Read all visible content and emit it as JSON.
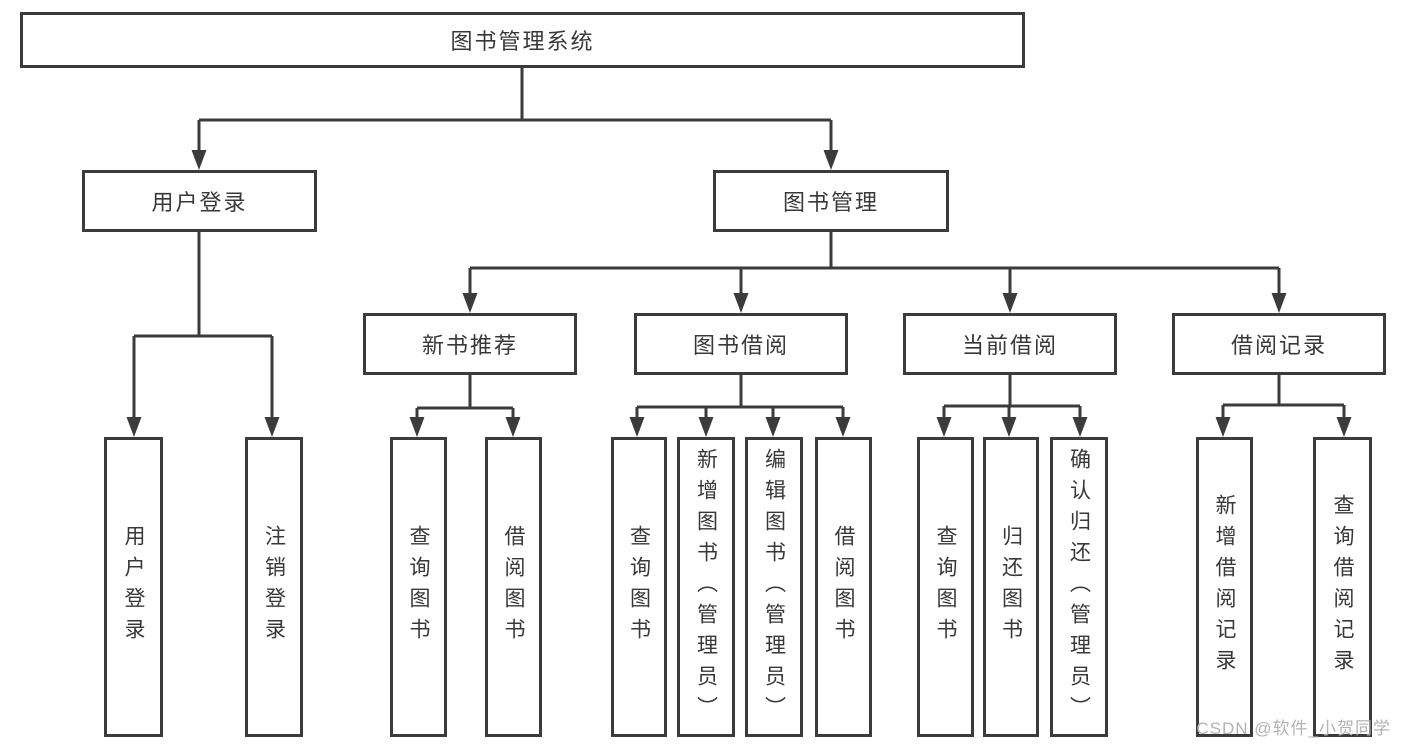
{
  "tree": {
    "root": "图书管理系统",
    "level2": [
      "用户登录",
      "图书管理"
    ],
    "level3": [
      "新书推荐",
      "图书借阅",
      "当前借阅",
      "借阅记录"
    ],
    "leaves": [
      "用户登录",
      "注销登录",
      "查询图书",
      "借阅图书",
      "查询图书",
      "新增图书（管理员）",
      "编辑图书（管理员）",
      "借阅图书",
      "查询图书",
      "归还图书",
      "确认归还（管理员）",
      "新增借阅记录",
      "查询借阅记录"
    ]
  },
  "watermark": "CSDN @软件_小贺同学",
  "colors": {
    "line": "#3b3b3b",
    "text": "#383838",
    "watermark": "#b3b3b3",
    "background": "#ffffff"
  }
}
